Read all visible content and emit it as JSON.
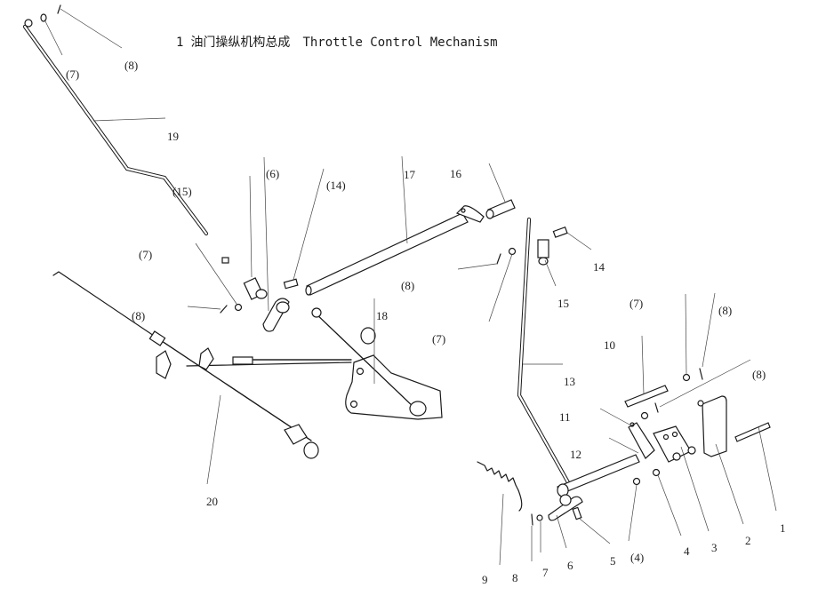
{
  "title": {
    "number": "1",
    "chinese": "油门操纵机构总成",
    "english": "Throttle Control Mechanism"
  },
  "labels": [
    {
      "id": "l-7-a",
      "text": "(7)"
    },
    {
      "id": "l-8-a",
      "text": "(8)"
    },
    {
      "id": "l-19",
      "text": "19"
    },
    {
      "id": "l-15-a",
      "text": "(15)"
    },
    {
      "id": "l-6-a",
      "text": "(6)"
    },
    {
      "id": "l-14-a",
      "text": "(14)"
    },
    {
      "id": "l-17",
      "text": "17"
    },
    {
      "id": "l-16",
      "text": "16"
    },
    {
      "id": "l-7-b",
      "text": "(7)"
    },
    {
      "id": "l-8-b",
      "text": "(8)"
    },
    {
      "id": "l-8-c",
      "text": "(8)"
    },
    {
      "id": "l-18",
      "text": "18"
    },
    {
      "id": "l-7-c",
      "text": "(7)"
    },
    {
      "id": "l-14",
      "text": "14"
    },
    {
      "id": "l-15",
      "text": "15"
    },
    {
      "id": "l-7-d",
      "text": "(7)"
    },
    {
      "id": "l-8-d",
      "text": "(8)"
    },
    {
      "id": "l-10",
      "text": "10"
    },
    {
      "id": "l-8-e",
      "text": "(8)"
    },
    {
      "id": "l-13",
      "text": "13"
    },
    {
      "id": "l-11",
      "text": "11"
    },
    {
      "id": "l-12",
      "text": "12"
    },
    {
      "id": "l-20",
      "text": "20"
    },
    {
      "id": "l-1",
      "text": "1"
    },
    {
      "id": "l-2",
      "text": "2"
    },
    {
      "id": "l-3",
      "text": "3"
    },
    {
      "id": "l-4",
      "text": "4"
    },
    {
      "id": "l-4-b",
      "text": "(4)"
    },
    {
      "id": "l-5",
      "text": "5"
    },
    {
      "id": "l-6",
      "text": "6"
    },
    {
      "id": "l-7",
      "text": "7"
    },
    {
      "id": "l-8",
      "text": "8"
    },
    {
      "id": "l-9",
      "text": "9"
    }
  ]
}
